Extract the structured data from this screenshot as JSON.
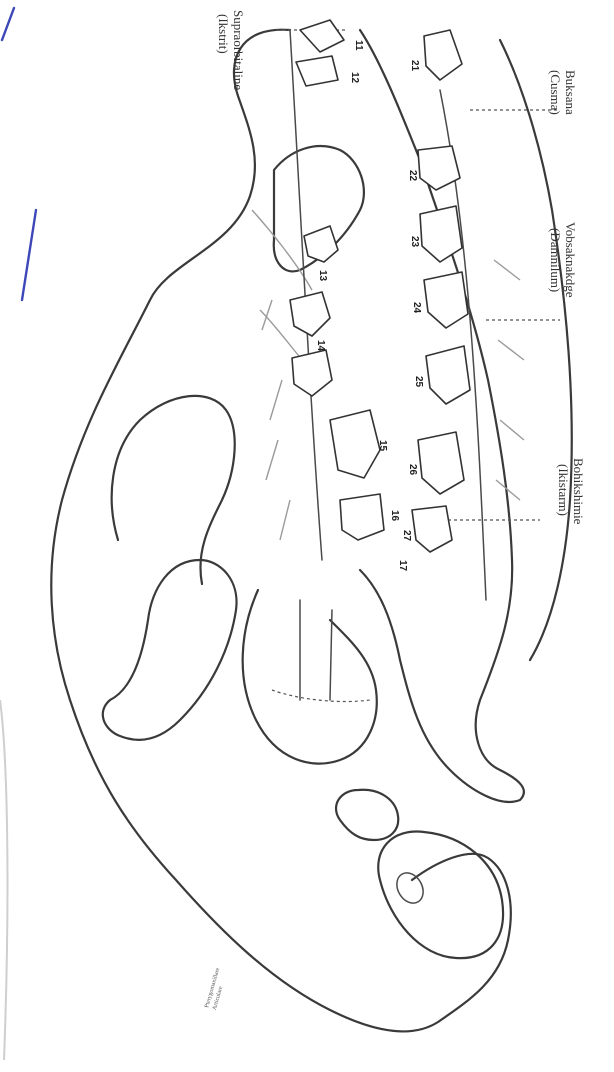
{
  "labels": {
    "superior_line": "Supraorbitaline",
    "superior_line_sub": "(Ikstrit)",
    "buccal_line": "Buksana",
    "buccal_line_sub": "(Cusma)",
    "occlusal_line": "Vobsaknakdge",
    "occlusal_line_sub": "(Damnilum)",
    "inferior_line": "Bohikshimie",
    "inferior_line_sub": "(Ikistarm)"
  },
  "tooth_numbers": {
    "upper": [
      "11",
      "12",
      "13",
      "14",
      "15",
      "16",
      "17"
    ],
    "lower": [
      "21",
      "22",
      "23",
      "24",
      "25",
      "26",
      "27"
    ]
  },
  "small_notes": [
    "Pterygomaxillare",
    "Articulare"
  ]
}
